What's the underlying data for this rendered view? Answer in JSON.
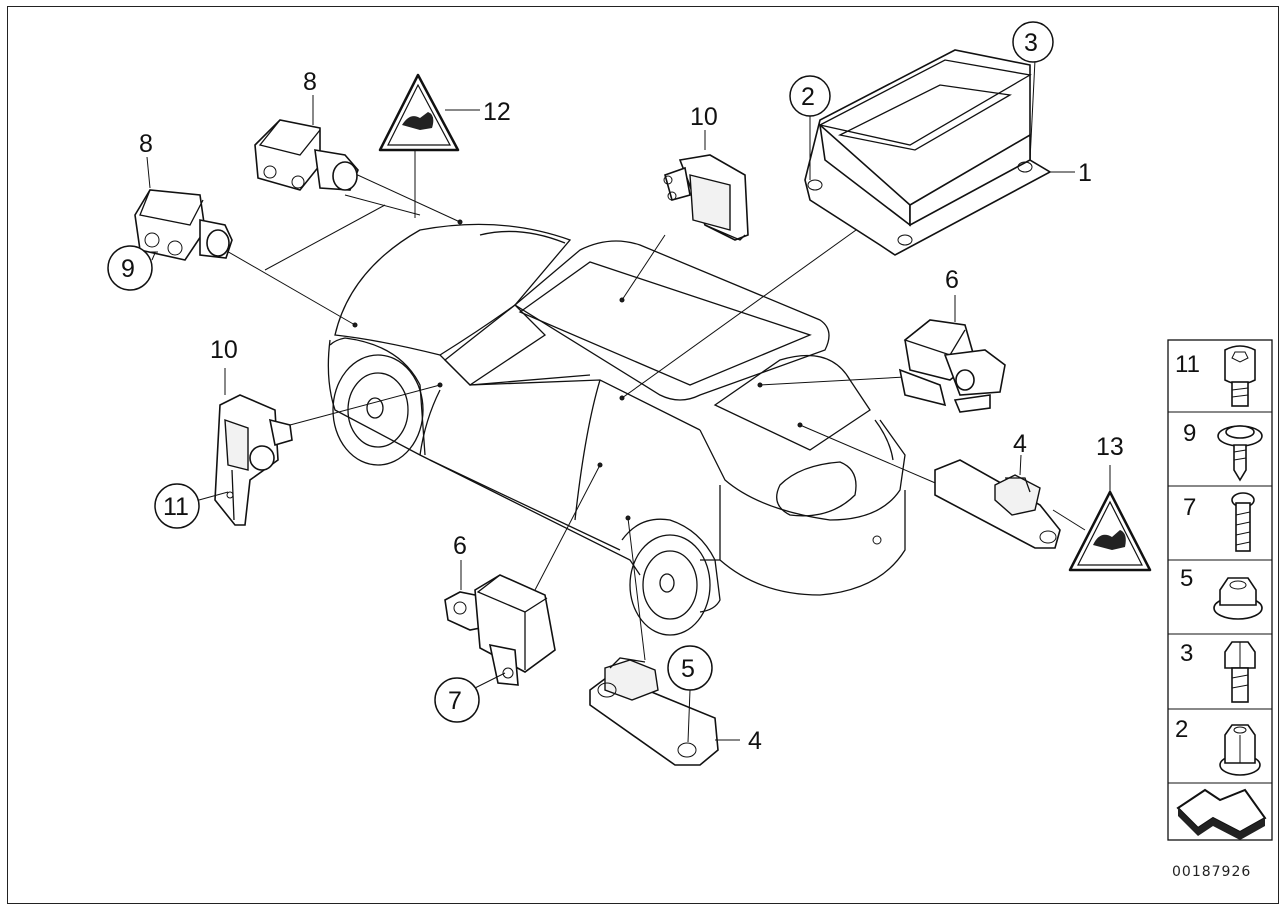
{
  "diagram_ref": "00187926",
  "callouts": {
    "c1": "1",
    "c2": "2",
    "c3": "3",
    "c4a": "4",
    "c4b": "4",
    "c5": "5",
    "c6a": "6",
    "c6b": "6",
    "c7": "7",
    "c8a": "8",
    "c8b": "8",
    "c9": "9",
    "c10a": "10",
    "c10b": "10",
    "c11": "11",
    "c12": "12",
    "c13": "13"
  },
  "side_panel": [
    "11",
    "9",
    "7",
    "5",
    "3",
    "2"
  ]
}
